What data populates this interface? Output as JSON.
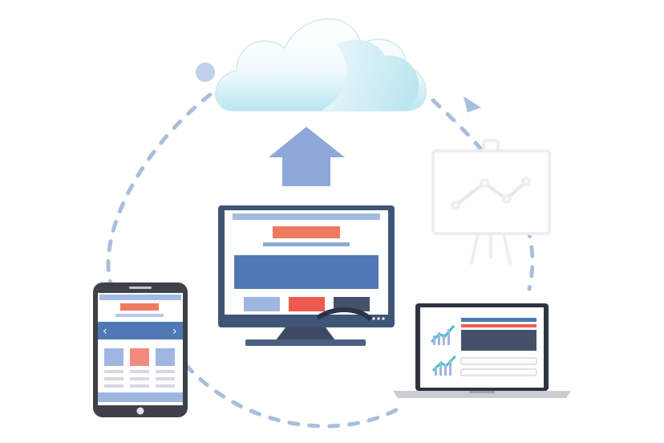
{
  "illustration": {
    "subject": "cloud-sync-devices",
    "elements": [
      "cloud-icon",
      "upload-arrow-icon",
      "desktop-monitor",
      "tablet-device",
      "laptop-device",
      "presentation-board-icon"
    ],
    "tablet_nav": {
      "prev_glyph": "‹",
      "next_glyph": "›"
    }
  },
  "colors": {
    "cloud_top": "#ffffff",
    "cloud_bottom": "#b9e6f0",
    "arrow": "#8ea8d8",
    "dash": "#a9bedd",
    "device_dark": "#3e4a63",
    "screen_bg": "#ffffff",
    "accent_blue": "#4f78b5",
    "accent_red": "#ef7a5f",
    "light_blue": "#9fb6e0",
    "slate": "#45506a",
    "teal": "#3cc6c6",
    "gray_line": "#d5d9e0"
  }
}
